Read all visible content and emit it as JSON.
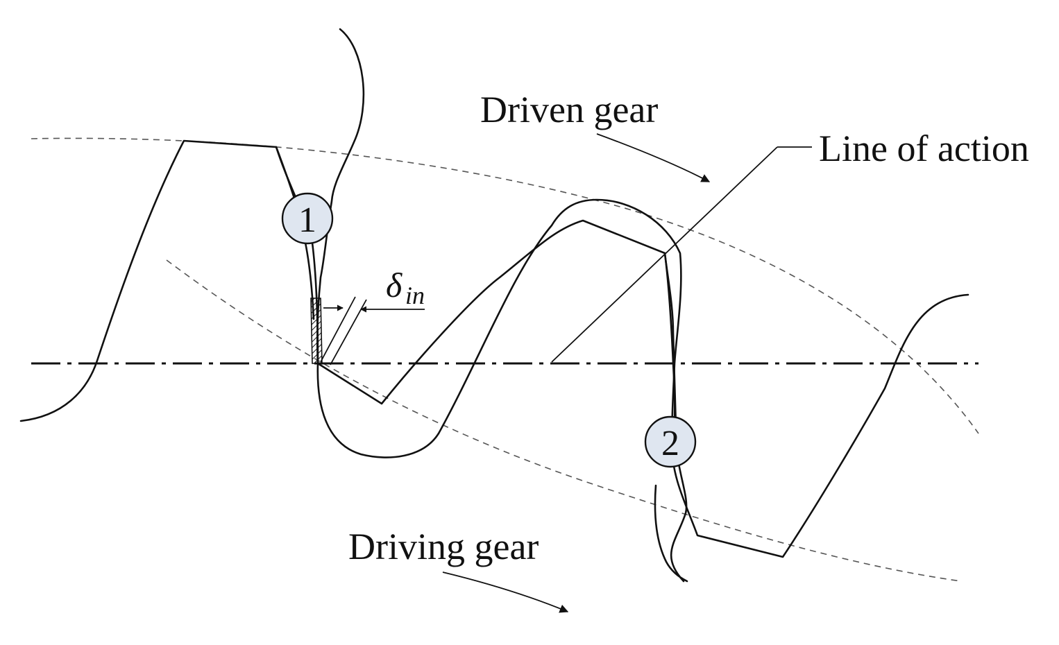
{
  "labels": {
    "driven_gear": "Driven gear",
    "driving_gear": "Driving gear",
    "line_of_action": "Line of action",
    "delta_symbol": "δ",
    "delta_subscript": "in",
    "contact_point_1": "1",
    "contact_point_2": "2"
  },
  "colors": {
    "ink": "#111111",
    "pitch_line": "#555555",
    "badge_fill": "#dfe6f0",
    "background": "#ffffff"
  }
}
